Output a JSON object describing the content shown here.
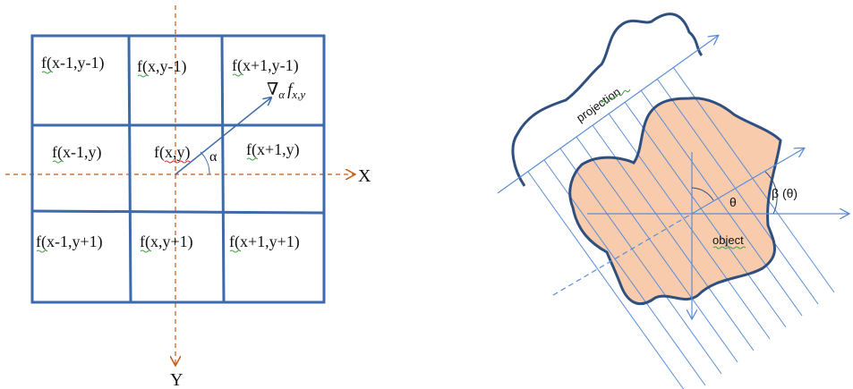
{
  "colors": {
    "grid_line": "#3E6AA9",
    "axis_dashed": "#C55A11",
    "object_fill": "#F8CBAD",
    "object_outline": "#2F4F7F",
    "projection_line": "#5B8DD6",
    "text": "#111111",
    "spellcheck_underline": "#46A046"
  },
  "left_diagram": {
    "cells": [
      {
        "label": "f(x-1,y-1)"
      },
      {
        "label": "f(x,y-1)"
      },
      {
        "label": "f(x+1,y-1)"
      },
      {
        "label": "f(x-1,y)"
      },
      {
        "label": "f(x,y)"
      },
      {
        "label": "f(x+1,y)"
      },
      {
        "label": "f(x-1,y+1)"
      },
      {
        "label": "f(x,y+1)"
      },
      {
        "label": "f(x+1,y+1)"
      }
    ],
    "x_axis_label": "X",
    "y_axis_label": "Y",
    "angle_label": "α",
    "gradient_label_nabla": "∇",
    "gradient_label_sub": "α",
    "gradient_label_f": "f",
    "gradient_label_xy": "x,y"
  },
  "right_diagram": {
    "projection_label": "projection",
    "object_label": "object",
    "theta_label": "θ",
    "beta_label": "β (θ)"
  }
}
